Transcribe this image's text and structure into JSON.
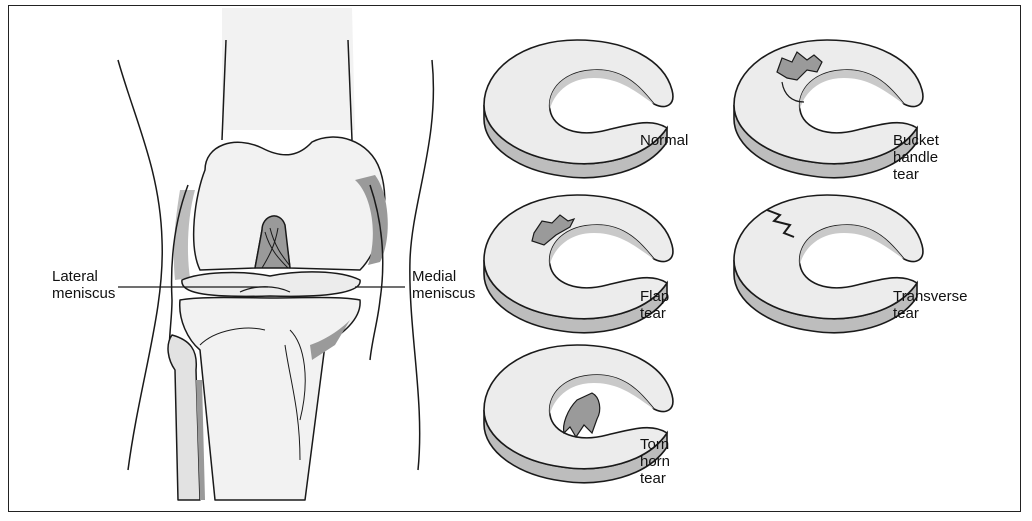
{
  "figure": {
    "knee": {
      "lateral_label": "Lateral\nmeniscus",
      "medial_label": "Medial\nmeniscus"
    },
    "tears": [
      {
        "id": "normal",
        "label": "Normal"
      },
      {
        "id": "bucket-handle",
        "label": "Bucket\nhandle\ntear"
      },
      {
        "id": "flap",
        "label": "Flap\ntear"
      },
      {
        "id": "transverse",
        "label": "Transverse\ntear"
      },
      {
        "id": "torn-horn",
        "label": "Torn\nhorn\ntear"
      }
    ]
  },
  "colors": {
    "outline": "#1a1a1a",
    "meniscus_top": "#ececec",
    "meniscus_side": "#bdbdbd",
    "bone": "#f2f2f2",
    "bone_shadow": "#9a9a9a"
  }
}
